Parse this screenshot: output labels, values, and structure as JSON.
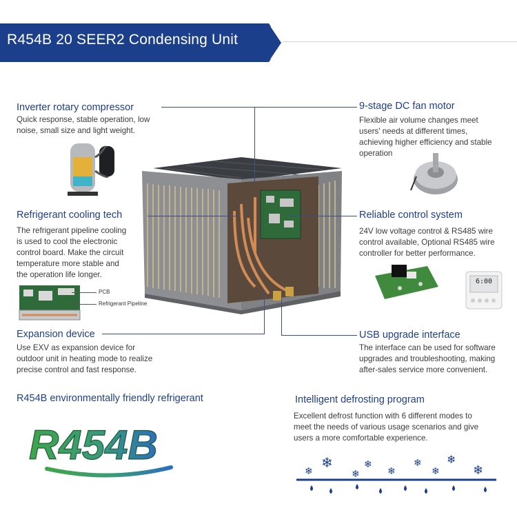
{
  "header": {
    "title": "R454B 20 SEER2 Condensing Unit",
    "color": "#1c3f8c"
  },
  "features": {
    "compressor": {
      "title": "Inverter rotary compressor",
      "lines": [
        "Quick response, stable operation, low",
        "noise, small size and light weight."
      ]
    },
    "fan": {
      "title": "9-stage DC fan motor",
      "lines": [
        "Flexible air volume changes meet",
        "users' needs at different times,",
        "achieving higher efficiency and stable",
        "operation"
      ]
    },
    "cooling": {
      "title": "Refrigerant cooling tech",
      "lines": [
        "The refrigerant pipeline cooling",
        "is used to cool the electronic",
        "control board. Make the circuit",
        "temperature more stable and",
        "the operation life longer."
      ],
      "labels": {
        "pcb": "PCB",
        "pipeline": "Refrigerant Pipeline"
      }
    },
    "control": {
      "title": "Reliable control system",
      "lines": [
        "24V low voltage control & RS485 wire",
        "control available, Optional RS485 wire",
        "controller for better performance."
      ],
      "display": "6:00"
    },
    "expansion": {
      "title": "Expansion device",
      "lines": [
        "Use EXV as expansion device for",
        "outdoor unit in heating mode to realize",
        "precise control and fast response."
      ]
    },
    "usb": {
      "title": "USB upgrade interface",
      "lines": [
        "The interface can be used for software",
        "upgrades and troubleshooting, making",
        "after-sales service more convenient."
      ]
    },
    "refrigerant": {
      "title": "R454B environmentally friendly refrigerant",
      "logo": "R454B"
    },
    "defrost": {
      "title": "Intelligent defrosting program",
      "lines": [
        "Excellent defrost function with 6 different modes to",
        "meet the needs of various usage scenarios and give",
        "users a more comfortable experience."
      ]
    }
  },
  "colors": {
    "accent": "#1c3f8c",
    "title_blue": "#1f3f87",
    "logo_green": "#3fa54a",
    "logo_blue": "#2a6fc0"
  }
}
